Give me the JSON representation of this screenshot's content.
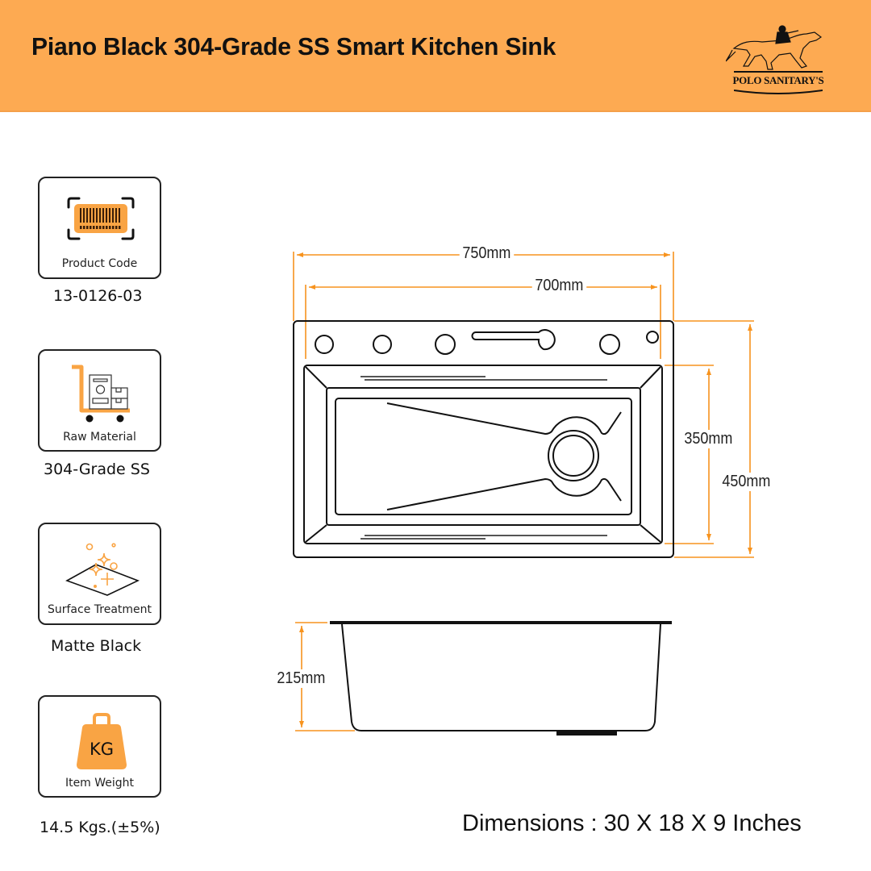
{
  "header": {
    "title": "Piano Black 304-Grade SS Smart Kitchen Sink",
    "brand": "POLO SANITARY'S",
    "background_color": "#fdaa52"
  },
  "specs": [
    {
      "icon": "barcode-icon",
      "label": "Product Code",
      "value": "13-0126-03"
    },
    {
      "icon": "cart-icon",
      "label": "Raw Material",
      "value": "304-Grade SS"
    },
    {
      "icon": "sparkle-surface-icon",
      "label": "Surface Treatment",
      "value": "Matte Black"
    },
    {
      "icon": "weight-icon",
      "label": "Item Weight",
      "value": "14.5 Kgs.(±5%)",
      "icon_text": "KG"
    }
  ],
  "dimensions": {
    "outer_width": "750mm",
    "inner_width": "700mm",
    "inner_depth": "350mm",
    "outer_depth": "450mm",
    "height": "215mm",
    "summary": "Dimensions : 30 X 18 X 9 Inches"
  },
  "colors": {
    "accent": "#f7931e",
    "icon_orange": "#f9a444",
    "line": "#111111"
  }
}
